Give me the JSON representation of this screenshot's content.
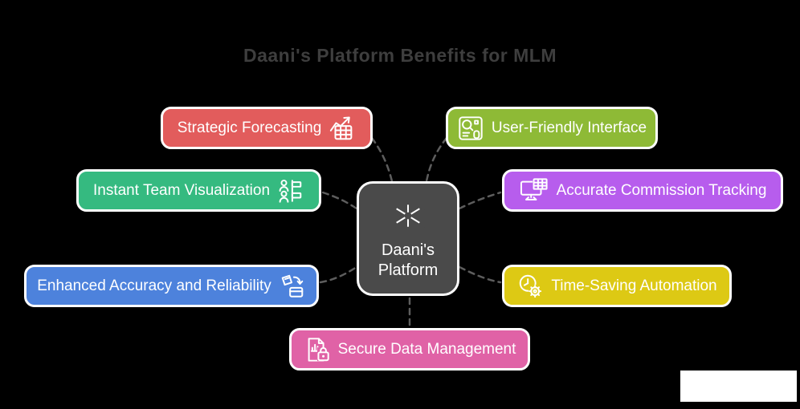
{
  "background": "#000000",
  "title": {
    "text": "Daani's Platform Benefits for MLM",
    "color": "#3e3e3e"
  },
  "center_node": {
    "line1": "Daani's",
    "line2": "Platform",
    "bg": "#4a4a4a",
    "icon": "network-nodes-icon"
  },
  "connector_color": "#5d5d5d",
  "benefits": [
    {
      "label": "Strategic Forecasting",
      "color": "#e25c5c",
      "icon": "forecast-chart-icon",
      "icon_side": "right"
    },
    {
      "label": "Instant Team Visualization",
      "color": "#35ba80",
      "icon": "team-org-icon",
      "icon_side": "right"
    },
    {
      "label": "Enhanced Accuracy and Reliability",
      "color": "#4d82dc",
      "icon": "data-sync-icon",
      "icon_side": "right"
    },
    {
      "label": "User-Friendly Interface",
      "color": "#8eba36",
      "icon": "interface-screen-icon",
      "icon_side": "left"
    },
    {
      "label": "Accurate Commission Tracking",
      "color": "#b75ded",
      "icon": "monitor-spreadsheet-icon",
      "icon_side": "left"
    },
    {
      "label": "Time-Saving Automation",
      "color": "#ddc914",
      "icon": "clock-gear-icon",
      "icon_side": "left"
    },
    {
      "label": "Secure Data Management",
      "color": "#e062a6",
      "icon": "document-lock-icon",
      "icon_side": "left"
    }
  ],
  "watermark_cover": {
    "color": "#ffffff"
  }
}
